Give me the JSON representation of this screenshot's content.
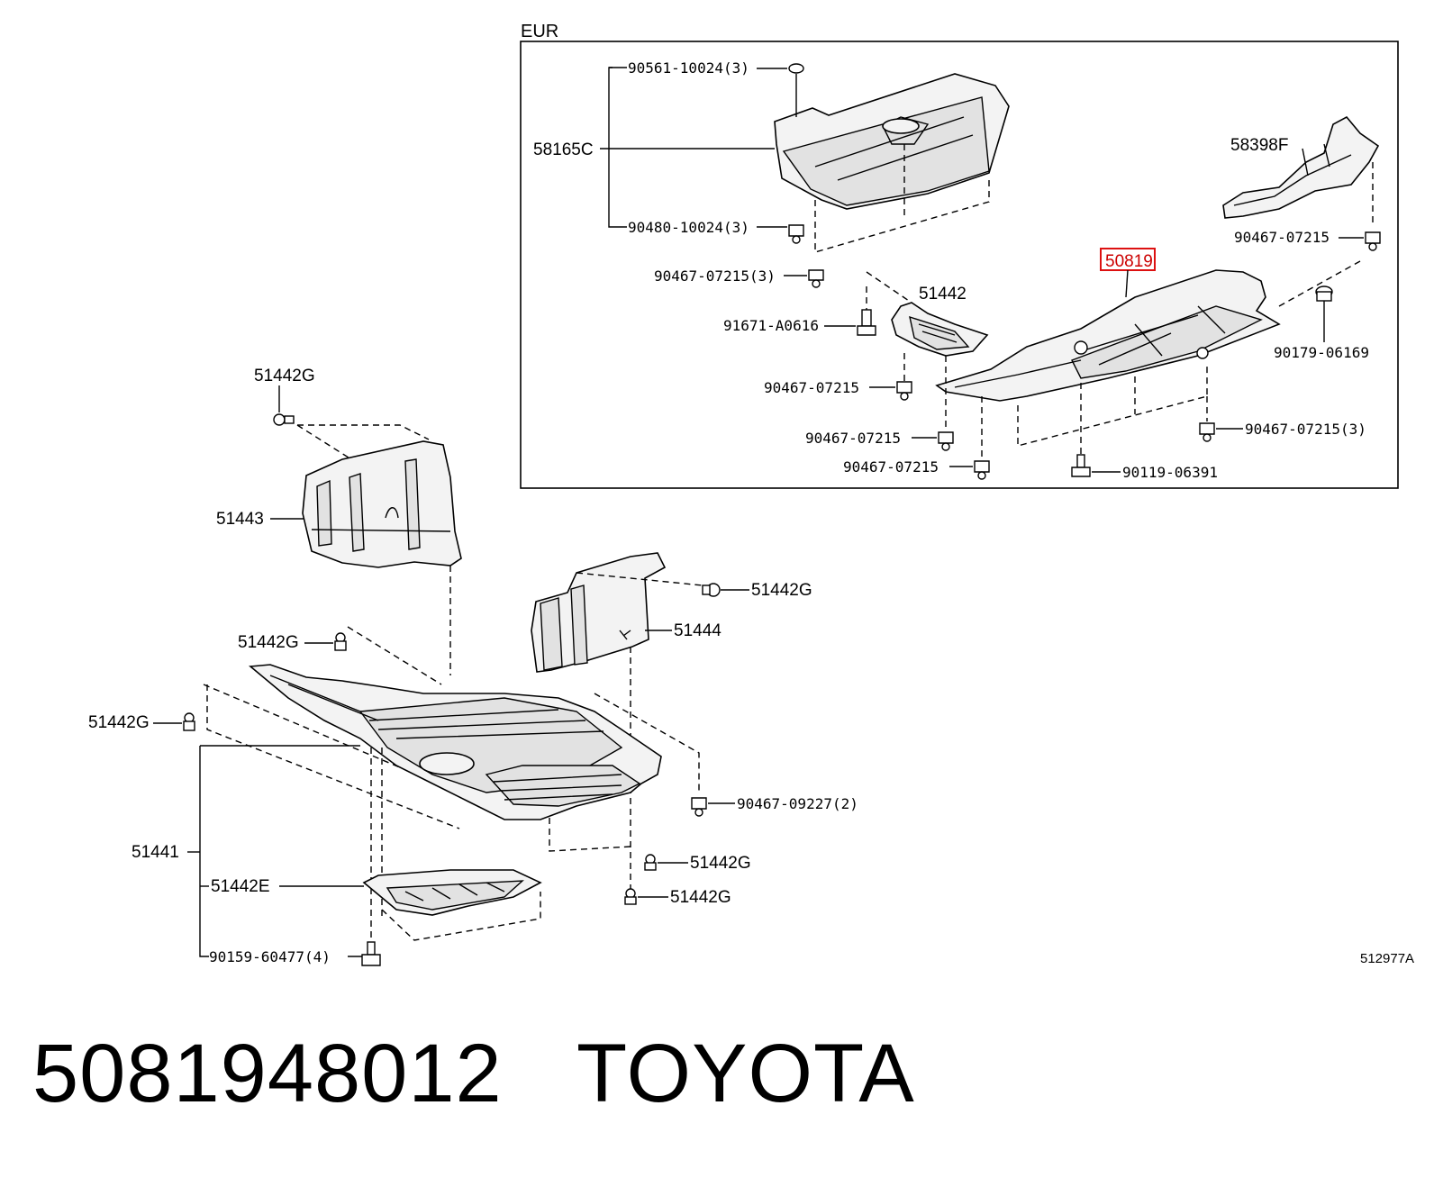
{
  "inset_region": "EUR",
  "highlighted_part": "50819",
  "diagram_ref": "512977A",
  "footer": {
    "part_number": "5081948012",
    "brand": "TOYOTA"
  },
  "labels": {
    "l_90561": "90561-10024(3)",
    "l_58165C": "58165C",
    "l_90480": "90480-10024(3)",
    "l_90467_a": "90467-07215(3)",
    "l_58398F": "58398F",
    "l_90467_b": "90467-07215",
    "l_50819": "50819",
    "l_51442": "51442",
    "l_91671": "91671-A0616",
    "l_90179": "90179-06169",
    "l_90467_c": "90467-07215",
    "l_90467_d": "90467-07215",
    "l_90467_e": "90467-07215(3)",
    "l_90467_f": "90467-07215",
    "l_90119": "90119-06391",
    "l_51442G_a": "51442G",
    "l_51443": "51443",
    "l_51442G_b": "51442G",
    "l_51444": "51444",
    "l_51442G_c": "51442G",
    "l_51442G_d": "51442G",
    "l_90467_09227": "90467-09227(2)",
    "l_51441": "51441",
    "l_51442G_e": "51442G",
    "l_51442E": "51442E",
    "l_51442G_f": "51442G",
    "l_90159": "90159-60477(4)"
  }
}
